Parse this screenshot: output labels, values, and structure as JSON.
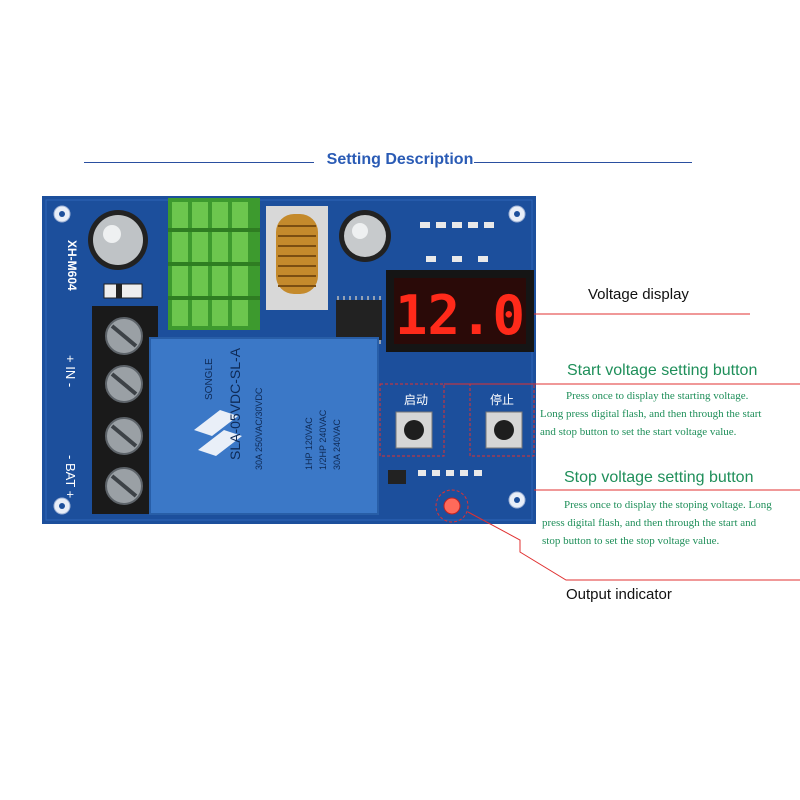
{
  "header": {
    "title": "Setting Description"
  },
  "board": {
    "model": "XH-M604",
    "terminal_in": "+ IN -",
    "terminal_bat": "- BAT +",
    "relay_brand": "SONGLE",
    "relay_model": "SLA-05VDC-SL-A",
    "relay_rating_1": "30A 250VAC/30VDC",
    "relay_rating_2": "1HP 120VAC",
    "relay_rating_3": "1/2HP 240VAC",
    "relay_rating_4": "30A 240VAC",
    "display_value": "12.0",
    "start_button_cn": "启动",
    "stop_button_cn": "停止"
  },
  "annotations": {
    "voltage_display": "Voltage display",
    "start_title": "Start voltage setting button",
    "start_line1": "Press once to display the starting voltage.",
    "start_line2": "Long press digital flash, and then through the start",
    "start_line3": "and stop button to set the start voltage value.",
    "stop_title": "Stop voltage setting button",
    "stop_line1": "Press once to display the stoping voltage. Long",
    "stop_line2": "press digital flash, and then through the start and",
    "stop_line3": "stop button to set the stop voltage value.",
    "output_indicator": "Output indicator"
  },
  "colors": {
    "board": "#1c4f9c",
    "relay": "#3b78c7",
    "heatsink": "#4fae3a",
    "display_red": "#ff2a1a",
    "callout_red": "#e03030",
    "annotation_green": "#1f8f5a",
    "title_blue": "#2a5bb5"
  }
}
